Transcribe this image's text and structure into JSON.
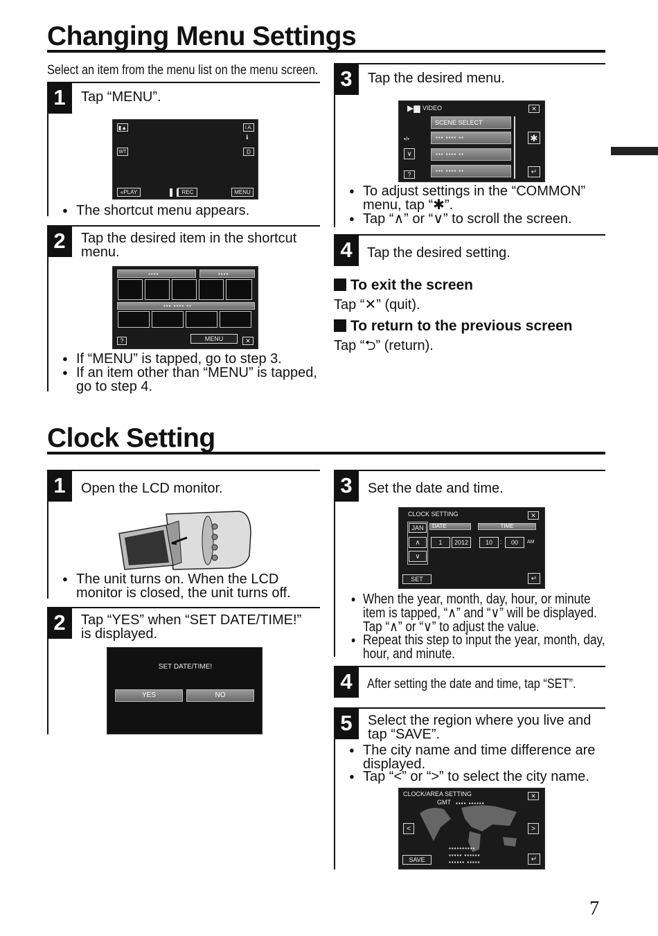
{
  "section1": {
    "title": "Changing Menu Settings",
    "intro": "Select an item from the menu list on the menu screen.",
    "step1": {
      "num": "1",
      "title": "Tap “MENU”.",
      "screen": {
        "play": "«PLAY",
        "rec": "REC",
        "menu": "MENU",
        "ia": "i.A.",
        "wt": "WT",
        "d": "D"
      },
      "bullet": "The shortcut menu appears."
    },
    "step2": {
      "num": "2",
      "title_line1": "Tap the desired item in the shortcut",
      "title_line2": "menu.",
      "screen": {
        "help": "?",
        "menu": "MENU",
        "close": "✕"
      },
      "bullet1": "If “MENU” is tapped, go to step 3.",
      "bullet2_line1": "If an item other than “MENU” is tapped,",
      "bullet2_line2": "go to step 4."
    },
    "step3": {
      "num": "3",
      "title": "Tap the desired menu.",
      "screen": {
        "header": "VIDEO",
        "scene": "SCENE SELECT",
        "help": "?",
        "close": "✕"
      },
      "bullet1_line1": "To adjust settings in the “COMMON”",
      "bullet1_line2": "menu, tap “",
      "bullet1_line2_end": "”.",
      "bullet2": "Tap “∧” or “∨” to scroll the screen."
    },
    "step4": {
      "num": "4",
      "title": "Tap the desired setting."
    },
    "exit": {
      "heading": "To exit the screen",
      "text": "Tap “✕” (quit)."
    },
    "return": {
      "heading": "To return to the previous screen",
      "text_pre": "Tap “",
      "text_post": "” (return)."
    }
  },
  "section2": {
    "title": "Clock Setting",
    "step1": {
      "num": "1",
      "title": "Open the LCD monitor.",
      "bullet_line1": "The unit turns on. When the LCD",
      "bullet_line2": "monitor is closed, the unit turns off."
    },
    "step2": {
      "num": "2",
      "title_line1": "Tap “YES” when “SET DATE/TIME!”",
      "title_line2": "is displayed.",
      "screen": {
        "prompt": "SET DATE/TIME!",
        "yes": "YES",
        "no": "NO"
      }
    },
    "step3": {
      "num": "3",
      "title": "Set the date and time.",
      "screen": {
        "header": "CLOCK SETTING",
        "month": "JAN",
        "date_label": "DATE",
        "time_label": "TIME",
        "day": "1",
        "year": "2012",
        "hour": "10",
        "colon": ":",
        "minute": "00",
        "ampm": "AM",
        "set": "SET",
        "close": "✕"
      },
      "bullet1_line1": "When the year, month, day, hour, or minute",
      "bullet1_line2": "item is tapped, “∧” and “∨” will be displayed.",
      "bullet1_line3": "Tap “∧” or “∨” to adjust the value.",
      "bullet2_line1": "Repeat this step to input the year, month, day,",
      "bullet2_line2": "hour, and minute."
    },
    "step4": {
      "num": "4",
      "title": "After setting the date and time, tap “SET”."
    },
    "step5": {
      "num": "5",
      "title_line1": "Select the region where you live and",
      "title_line2": "tap “SAVE”.",
      "bullet1_line1": "The city name and time difference are",
      "bullet1_line2": "displayed.",
      "bullet2": "Tap “<” or “>” to select the city name.",
      "screen": {
        "header": "CLOCK/AREA SETTING",
        "gmt": "GMT",
        "save": "SAVE",
        "close": "✕",
        "prev": "<",
        "next": ">"
      }
    }
  },
  "page_number": "7"
}
